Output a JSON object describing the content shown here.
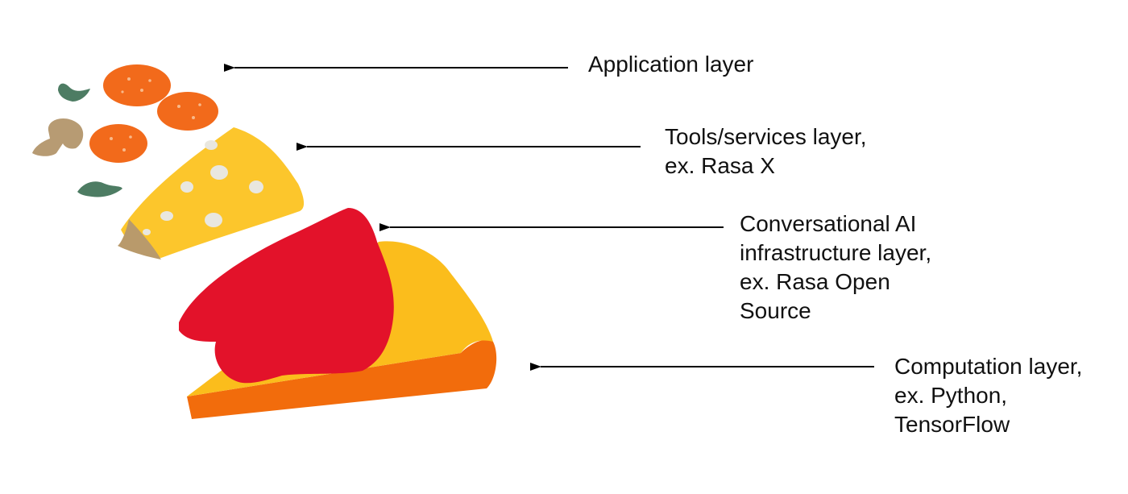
{
  "colors": {
    "background": "#ffffff",
    "arrow": "#000000",
    "crust_base": "#f26c0c",
    "cheese_base": "#fbbd1c",
    "sauce": "#e3122a",
    "cheese_wedge": "#fcc62c",
    "cheese_holes": "#e9e7df",
    "cheese_rind": "#b99a6b",
    "pepperoni": "#f26a1b",
    "mushroom": "#b79b73",
    "basil": "#4d7c63"
  },
  "layers": [
    {
      "id": "application",
      "lines": [
        "Application layer"
      ],
      "illustration": "toppings"
    },
    {
      "id": "tools",
      "lines": [
        "Tools/services layer,",
        "ex. Rasa X"
      ],
      "illustration": "cheese-wedge"
    },
    {
      "id": "infrastructure",
      "lines": [
        "Conversational AI",
        "infrastructure layer,",
        "ex. Rasa Open",
        "Source"
      ],
      "illustration": "tomato-sauce"
    },
    {
      "id": "computation",
      "lines": [
        "Computation layer,",
        "ex. Python,",
        "TensorFlow"
      ],
      "illustration": "pizza-crust"
    }
  ]
}
